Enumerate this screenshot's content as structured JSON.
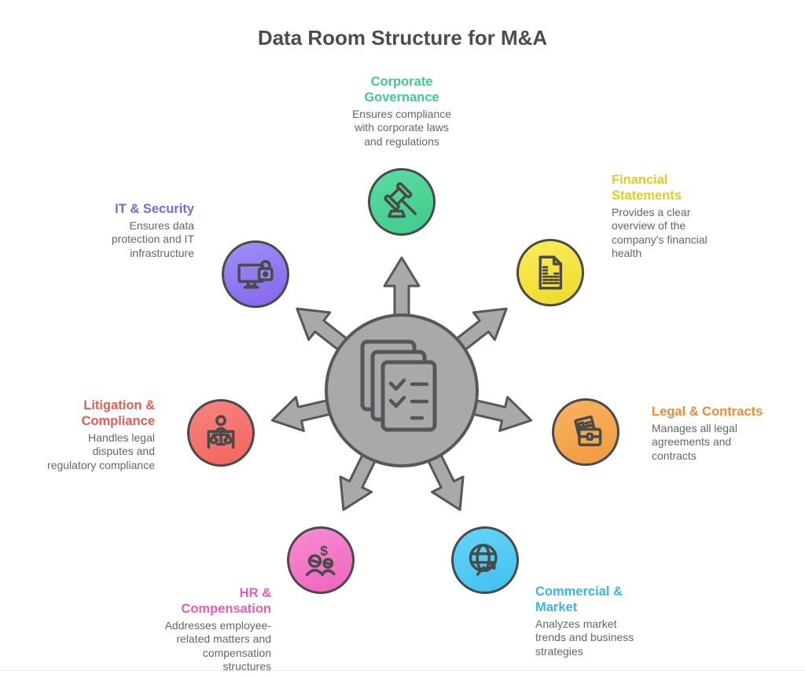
{
  "page_title": "Data Room Structure for M&A",
  "hub": {
    "icon": "stacked-documents-checklist-icon",
    "fill_color": "#a9a9a9",
    "stroke_color": "#58585a",
    "arrow_count": 7
  },
  "nodes": [
    {
      "id": "corporate-governance",
      "label": "Corporate\nGovernance",
      "description": "Ensures compliance\nwith corporate laws\nand regulations",
      "icon": "gavel-icon",
      "title_color": "#41c98e",
      "circle_gradient": [
        "#5bdca1",
        "#3ecc8a"
      ]
    },
    {
      "id": "financial-statements",
      "label": "Financial\nStatements",
      "description": "Provides a clear\noverview of the\ncompany's financial\nhealth",
      "icon": "financial-report-icon",
      "title_color": "#e2cd1c",
      "circle_gradient": [
        "#f9ed5a",
        "#efd92b"
      ]
    },
    {
      "id": "legal-contracts",
      "label": "Legal & Contracts",
      "description": "Manages all legal\nagreements and\ncontracts",
      "icon": "briefcase-documents-icon",
      "title_color": "#ee8a38",
      "circle_gradient": [
        "#f8b362",
        "#f09a3e"
      ]
    },
    {
      "id": "commercial-market",
      "label": "Commercial &\nMarket",
      "description": "Analyzes market\ntrends and business\nstrategies",
      "icon": "globe-trend-arrow-icon",
      "title_color": "#38b6e9",
      "circle_gradient": [
        "#67d4f9",
        "#3fc1f0"
      ]
    },
    {
      "id": "hr-compensation",
      "label": "HR &\nCompensation",
      "description": "Addresses employee-\nrelated matters and\ncompensation\nstructures",
      "icon": "people-dollar-icon",
      "title_color": "#ee5bb6",
      "circle_gradient": [
        "#f78cd2",
        "#ef64be"
      ]
    },
    {
      "id": "litigation-compliance",
      "label": "Litigation &\nCompliance",
      "description": "Handles legal\ndisputes and\nregulatory compliance",
      "icon": "person-scales-icon",
      "title_color": "#f05a52",
      "circle_gradient": [
        "#f8847e",
        "#f2655d"
      ]
    },
    {
      "id": "it-security",
      "label": "IT & Security",
      "description": "Ensures data\nprotection and IT\ninfrastructure",
      "icon": "monitor-lock-icon",
      "title_color": "#7668e8",
      "circle_gradient": [
        "#a18ff6",
        "#8365ec"
      ]
    }
  ]
}
